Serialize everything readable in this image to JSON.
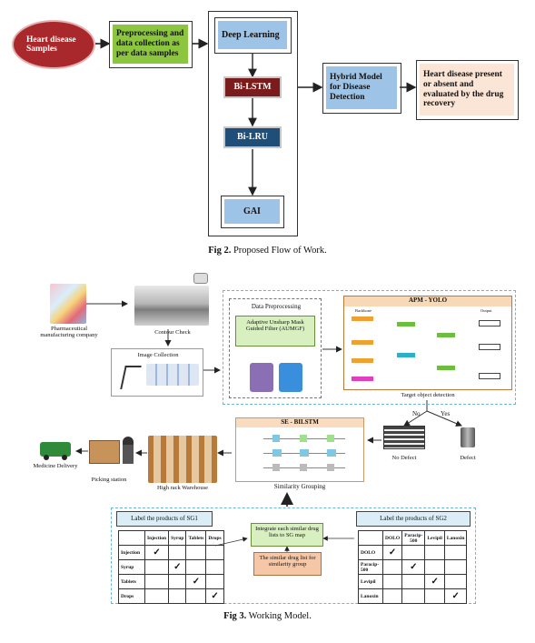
{
  "fig2": {
    "nodes": {
      "heart": "Heart disease Samples",
      "preprocessing": "Preprocessing and data collection as per data samples",
      "deep_learning": "Deep Learning",
      "bilstm": "Bi-LSTM",
      "bilru": "Bi-LRU",
      "gai": "GAI",
      "hybrid": "Hybrid Model for Disease Detection",
      "result": "Heart disease present or absent and evaluated by the drug recovery"
    },
    "caption_prefix": "Fig 2.",
    "caption_text": " Proposed Flow of Work."
  },
  "fig3": {
    "pharma_label": "Pharmaceutical manufacturing company",
    "contour_label": "Contour Check",
    "image_collection_label": "Image Collection",
    "data_preprocessing": "Data Preprocessing",
    "aumgf": "Adaptive Unsharp Mask Guided Filter (AUMGF)",
    "apm_title": "APM - YOLO",
    "apm_backbone": "Backbone",
    "apm_output": "Output",
    "target_label": "Target object detection",
    "no_label": "No",
    "yes_label": "Yes",
    "no_defect": "No Defect",
    "defect": "Defect",
    "se_title": "SE - BILSTM",
    "similarity_grouping": "Similarity Grouping",
    "warehouse": "High rack Warehouse",
    "picking": "Picking station",
    "delivery": "Medicine Delivery",
    "sg1": {
      "title": "Label the products of SG1",
      "columns": [
        "",
        "Injection",
        "Syrup",
        "Tablets",
        "Drops"
      ],
      "rows": [
        {
          "name": "Injection",
          "cells": [
            "✓",
            "",
            "",
            ""
          ]
        },
        {
          "name": "Syrup",
          "cells": [
            "",
            "✓",
            "",
            ""
          ]
        },
        {
          "name": "Tablets",
          "cells": [
            "",
            "",
            "✓",
            ""
          ]
        },
        {
          "name": "Drops",
          "cells": [
            "",
            "",
            "",
            "✓"
          ]
        }
      ]
    },
    "integrate": "Integrate each similar drug lists to SG map",
    "similar_list": "The similar drug list for similarity group",
    "sg2": {
      "title": "Label the products of SG2",
      "columns": [
        "",
        "DOLO",
        "Paracip-500",
        "Levipil",
        "Lanoxin"
      ],
      "rows": [
        {
          "name": "DOLO",
          "cells": [
            "✓",
            "",
            "",
            ""
          ]
        },
        {
          "name": "Paracip-500",
          "cells": [
            "",
            "✓",
            "",
            ""
          ]
        },
        {
          "name": "Levipil",
          "cells": [
            "",
            "",
            "✓",
            ""
          ]
        },
        {
          "name": "Lanoxin",
          "cells": [
            "",
            "",
            "",
            "✓"
          ]
        }
      ]
    },
    "caption_prefix": "Fig 3.",
    "caption_text": " Working Model."
  },
  "colors": {
    "heart_red": "#a8282c",
    "green": "#8cc63f",
    "blue_box": "#9dc3e6",
    "dark_red": "#7b1c1c",
    "dark_blue": "#1f4e79",
    "peach": "#fbe5d6",
    "dashed_cyan": "#6ab8d6"
  }
}
